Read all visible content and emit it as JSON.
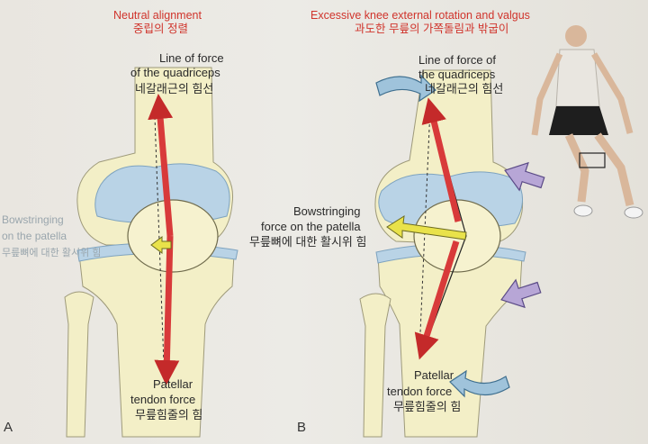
{
  "panel_a": {
    "letter": "A",
    "title_en": "Neutral alignment",
    "title_ko": "중립의 정렬",
    "quad_line1": "Line of force",
    "quad_line2": "of the quadriceps",
    "quad_ko": "네갈래근의 힘선",
    "bow_line1": "Bowstringing",
    "bow_line2": "on the patella",
    "bow_ko": "무릎뼈에 대한 활시위 힘",
    "tendon_line1": "Patellar",
    "tendon_line2": "tendon force",
    "tendon_ko": "무릎힘줄의 힘"
  },
  "panel_b": {
    "letter": "B",
    "title_en": "Excessive knee external rotation and valgus",
    "title_ko": "과도한 무릎의 가쪽돌림과 밖굽이",
    "quad_line1": "Line of force of",
    "quad_line2": "the quadriceps",
    "quad_ko": "네갈래근의 힘선",
    "bow_line1": "Bowstringing",
    "bow_line2": "force on the patella",
    "bow_ko": "무릎뼈에 대한 활시위 힘",
    "tendon_line1": "Patellar",
    "tendon_line2": "tendon force",
    "tendon_ko": "무릎힘줄의 힘"
  },
  "colors": {
    "bone": "#f3efc7",
    "cartilage": "#b9d3e6",
    "force_arrow": "#d83a3a",
    "bowstring_arrow": "#e9e24a",
    "rotation_arrow": "#9fc3db",
    "valgus_arrow": "#b7a6d6",
    "title_red": "#d0342c"
  }
}
